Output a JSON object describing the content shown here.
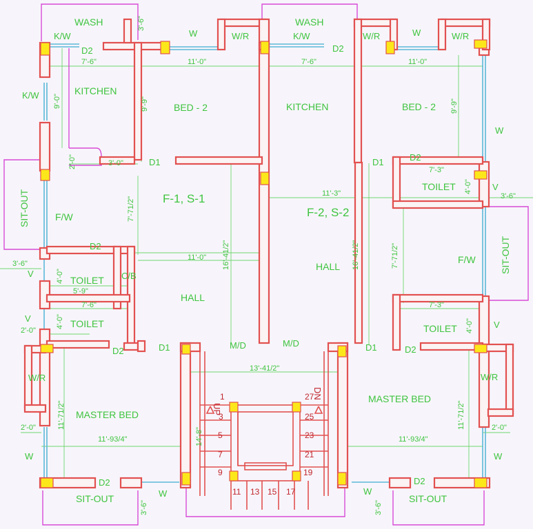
{
  "labels": {
    "wash_l": "WASH",
    "wash_r": "WASH",
    "kw_top_l": "K/W",
    "kw_top_r": "K/W",
    "kw_side_l": "K/W",
    "w_top_1": "W",
    "w_top_2": "W",
    "wr_top_1": "W/R",
    "wr_top_2": "W/R",
    "wr_top_3": "W/R",
    "d2_top_l": "D2",
    "d2_top_r": "D2",
    "kitchen_l": "KITCHEN",
    "kitchen_r": "KITCHEN",
    "bed2_l": "BED - 2",
    "bed2_r": "BED - 2",
    "w_right_1": "W",
    "d1_kit_l": "D1",
    "d1_kit_r": "D1",
    "d2_toilet_r": "D2",
    "sitout_left": "SIT-OUT",
    "sitout_right": "SIT-OUT",
    "fw_l": "F/W",
    "fw_r": "F/W",
    "flat1": "F-1, S-1",
    "flat2": "F-2, S-2",
    "toilet_1": "TOILET",
    "toilet_2": "TOILET",
    "toilet_3": "TOILET",
    "toilet_4": "TOILET",
    "cb": "C/B",
    "d2_toilet_l": "D2",
    "hall_l": "HALL",
    "hall_r": "HALL",
    "v_1": "V",
    "v_2": "V",
    "v_3": "V",
    "v_4": "V",
    "d2_mbed_l": "D2",
    "d2_mbed_r": "D2",
    "d1_hall_l": "D1",
    "d1_hall_r": "D1",
    "md_l": "M/D",
    "md_r": "M/D",
    "wr_mbed_l": "W/R",
    "wr_mbed_r": "W/R",
    "master_bed_l": "MASTER BED",
    "master_bed_r": "MASTER BED",
    "w_mbed_l": "W",
    "w_mbed_r": "W",
    "d2_bottom_l": "D2",
    "d2_bottom_r": "D2",
    "sitout_bl": "SIT-OUT",
    "sitout_br": "SIT-OUT",
    "w_bottom_l": "W",
    "w_bottom_r": "W",
    "up": "UP",
    "dn": "DN"
  },
  "dimensions": {
    "d_3_6_top": "3'-6\"",
    "d_7_6_kit_l": "7'-6\"",
    "d_11_0_bed_l": "11'-0\"",
    "d_7_6_kit_r": "7'-6\"",
    "d_11_0_bed_r": "11'-0\"",
    "d_9_0": "9'-0\"",
    "d_9_9_l": "9'-9\"",
    "d_9_9_r": "9'-9\"",
    "d_2_0_kit": "2'-0\"",
    "d_3_0": "3'-0\"",
    "d_7_3_top": "7'-3\"",
    "d_4_0_tr": "4'-0\"",
    "d_3_6_right": "3'-6\"",
    "d_11_3": "11'-3\"",
    "d_7_7h_l": "7'-71/2\"",
    "d_7_7h_r": "7'-71/2\"",
    "d_16_4h_l": "16'-41/2\"",
    "d_16_4h_r": "16'-41/2\"",
    "d_3_6_left": "3'-6\"",
    "d_11_0_hall": "11'-0\"",
    "d_4_0_tl1": "4'-0\"",
    "d_5_9": "5'-9\"",
    "d_7_6_tl": "7'-6\"",
    "d_4_0_tl2": "4'-0\"",
    "d_2_0_tl": "2'-0\"",
    "d_7_3_bot": "7'-3\"",
    "d_4_0_br": "4'-0\"",
    "d_13_4h": "13'-41/2\"",
    "d_11_7h_l": "11'-71/2\"",
    "d_11_7h_r": "11'-71/2\"",
    "d_2_0_mb_l": "2'-0\"",
    "d_2_0_mb_r": "2'-0\"",
    "d_11_9_l": "11'-93/4\"",
    "d_11_9_r": "11'-93/4\"",
    "d_14_8": "14'-8\"",
    "d_3_6_bl": "3'-6\"",
    "d_3_6_br": "3'-6\""
  },
  "steps": {
    "s1": "1",
    "s3": "3",
    "s5": "5",
    "s7": "7",
    "s9": "9",
    "s11": "11",
    "s13": "13",
    "s15": "15",
    "s17": "17",
    "s19": "19",
    "s21": "21",
    "s23": "23",
    "s25": "25",
    "s27": "27"
  },
  "colors": {
    "wall": "#e2504f",
    "column": "#fce81a",
    "window": "#5bb8d8",
    "dimension": "#6fd66f",
    "text": "#3fc43f",
    "boundary": "#d84ad8",
    "step_number": "#c2262e"
  }
}
